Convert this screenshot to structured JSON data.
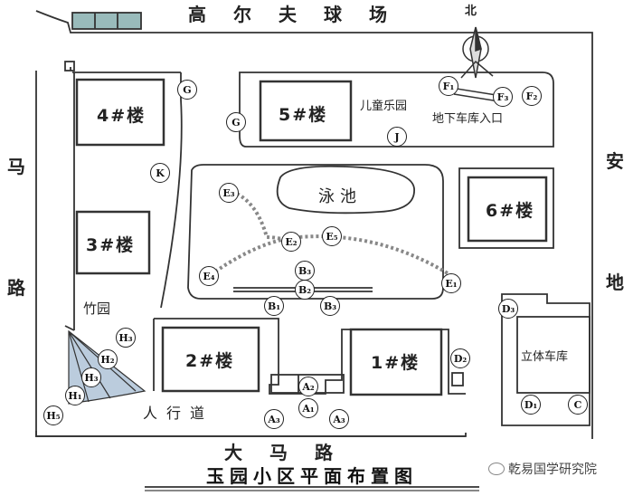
{
  "map": {
    "title": "玉园小区平面布置图",
    "streets": {
      "top": "高尔夫球场",
      "bottom": "大马路",
      "left_top": "马",
      "left_bottom": "路",
      "right_top": "安",
      "right_bottom": "地"
    },
    "compass": "北",
    "buildings": {
      "b1": "1#楼",
      "b2": "2#楼",
      "b3": "3#楼",
      "b4": "4#楼",
      "b5": "5#楼",
      "b6": "6#楼"
    },
    "areas": {
      "pool": "泳池",
      "playground": "儿童乐园",
      "underground_garage": "地下车库入口",
      "bamboo": "竹园",
      "sidewalk": "人行道",
      "parking_tower": "立体车库"
    },
    "markers": {
      "G1": "G",
      "G2": "G",
      "K": "K",
      "J": "J",
      "F1": "F₁",
      "F3": "F₃",
      "F2": "F₂",
      "E3": "E₃",
      "E5": "E₅",
      "E2": "E₂",
      "E4": "E₄",
      "E1": "E₁",
      "B3a": "B₃",
      "B2": "B₂",
      "B1": "B₁",
      "B3b": "B₃",
      "D3": "D₃",
      "D2": "D₂",
      "D1": "D₁",
      "C": "C",
      "A2": "A₂",
      "A1": "A₁",
      "A3": "A₃",
      "A3b": "A₃",
      "H3": "H₃",
      "H2": "H₂",
      "H3b": "H₃",
      "H1": "H₁",
      "H5": "H₅"
    },
    "watermark": "乾易国学研究院"
  }
}
